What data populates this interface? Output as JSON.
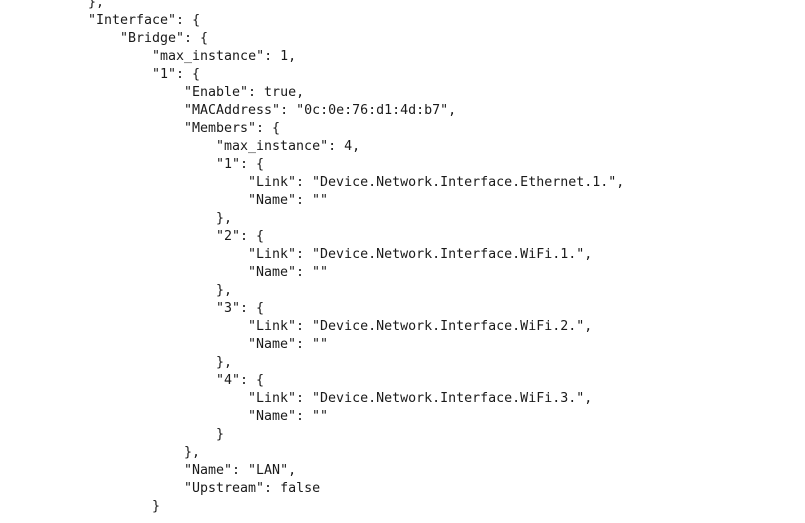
{
  "document": {
    "lines": [
      "},",
      "\"Interface\": {",
      "\"Bridge\": {",
      "\"max_instance\": 1,",
      "\"1\": {",
      "\"Enable\": true,",
      "\"MACAddress\": \"0c:0e:76:d1:4d:b7\",",
      "\"Members\": {",
      "\"max_instance\": 4,",
      "\"1\": {",
      "\"Link\": \"Device.Network.Interface.Ethernet.1.\",",
      "\"Name\": \"\"",
      "},",
      "\"2\": {",
      "\"Link\": \"Device.Network.Interface.WiFi.1.\",",
      "\"Name\": \"\"",
      "},",
      "\"3\": {",
      "\"Link\": \"Device.Network.Interface.WiFi.2.\",",
      "\"Name\": \"\"",
      "},",
      "\"4\": {",
      "\"Link\": \"Device.Network.Interface.WiFi.3.\",",
      "\"Name\": \"\"",
      "}",
      "},",
      "\"Name\": \"LAN\",",
      "\"Upstream\": false",
      "}"
    ]
  }
}
